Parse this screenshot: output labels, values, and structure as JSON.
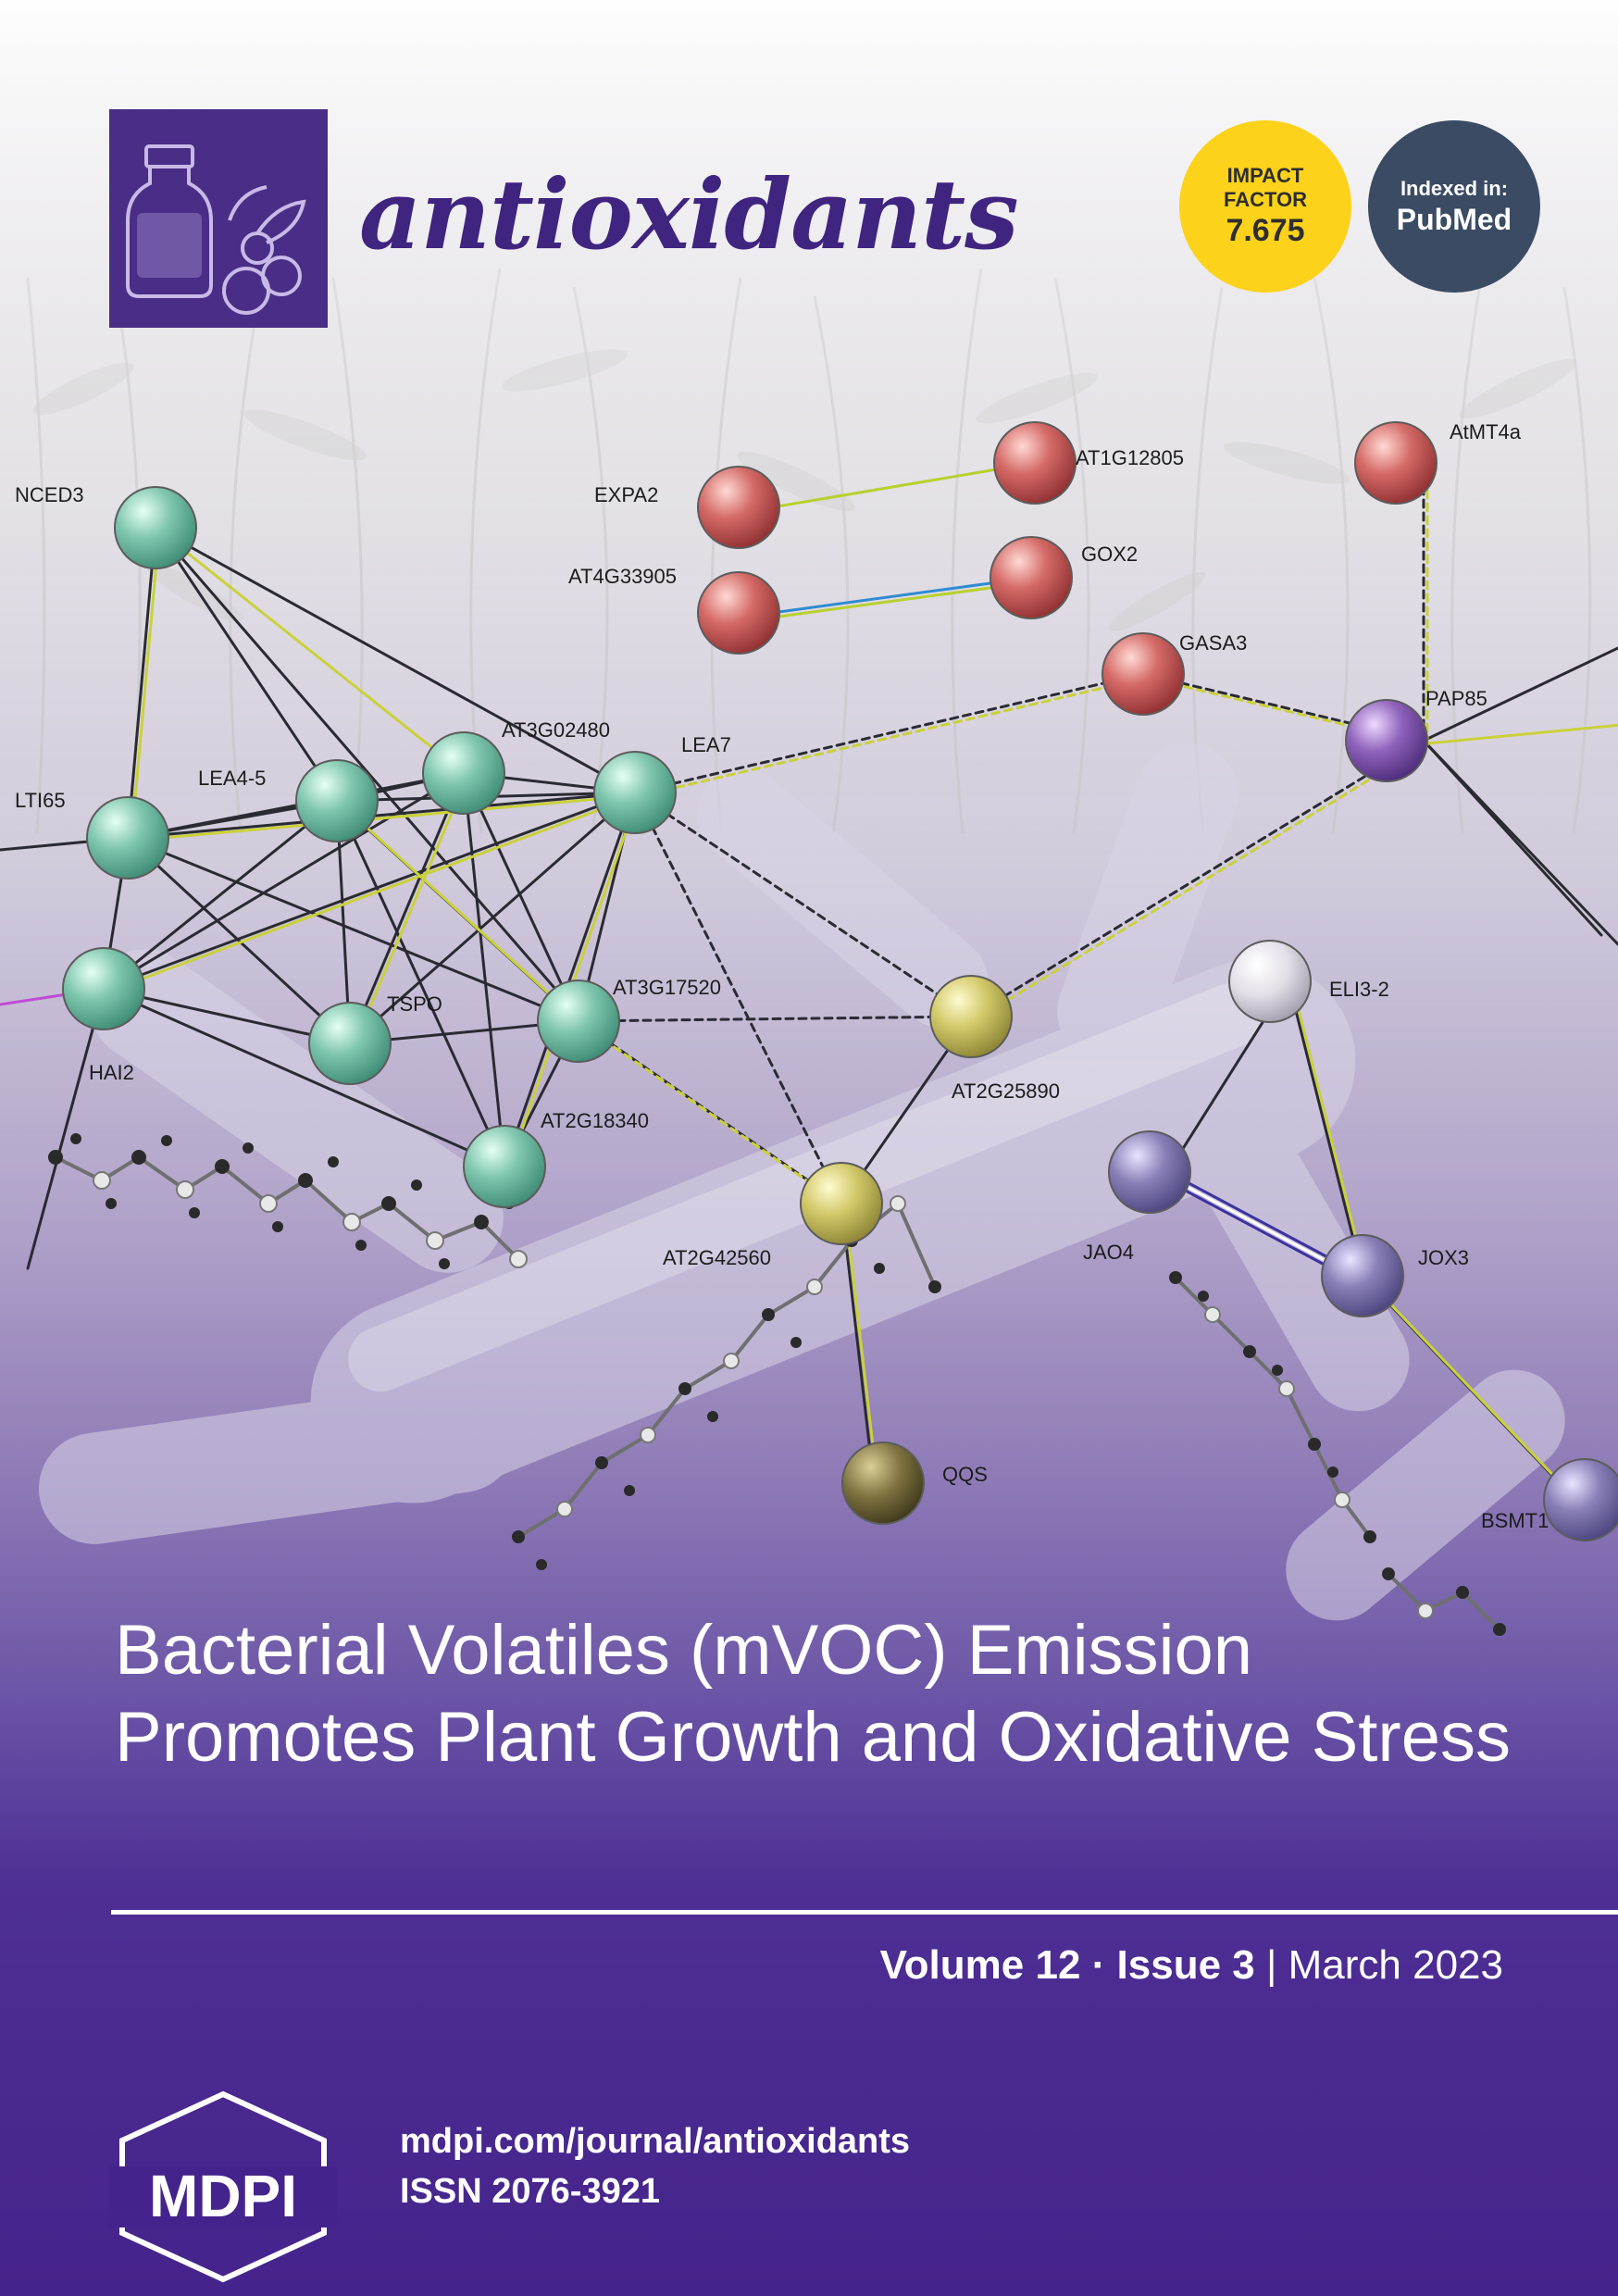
{
  "journal": {
    "name": "antioxidants"
  },
  "badges": {
    "impact_factor": {
      "line1": "IMPACT",
      "line2": "FACTOR",
      "value": "7.675"
    },
    "indexed": {
      "line1": "Indexed in:",
      "line2": "PubMed"
    }
  },
  "network": {
    "nodes": [
      {
        "id": "NCED3",
        "label": "NCED3"
      },
      {
        "id": "EXPA2",
        "label": "EXPA2"
      },
      {
        "id": "AT1G12805",
        "label": "AT1G12805"
      },
      {
        "id": "AtMT4a",
        "label": "AtMT4a"
      },
      {
        "id": "AT4G33905",
        "label": "AT4G33905"
      },
      {
        "id": "GOX2",
        "label": "GOX2"
      },
      {
        "id": "GASA3",
        "label": "GASA3"
      },
      {
        "id": "PAP85",
        "label": "PAP85"
      },
      {
        "id": "AT3G02480",
        "label": "AT3G02480"
      },
      {
        "id": "LEA7",
        "label": "LEA7"
      },
      {
        "id": "LEA4-5",
        "label": "LEA4-5"
      },
      {
        "id": "LTI65",
        "label": "LTI65"
      },
      {
        "id": "TSPO",
        "label": "TSPO"
      },
      {
        "id": "AT3G17520",
        "label": "AT3G17520"
      },
      {
        "id": "HAI2",
        "label": "HAI2"
      },
      {
        "id": "AT2G18340",
        "label": "AT2G18340"
      },
      {
        "id": "AT2G25890",
        "label": "AT2G25890"
      },
      {
        "id": "ELI3-2",
        "label": "ELI3-2"
      },
      {
        "id": "AT2G42560",
        "label": "AT2G42560"
      },
      {
        "id": "JAO4",
        "label": "JAO4"
      },
      {
        "id": "JOX3",
        "label": "JOX3"
      },
      {
        "id": "QQS",
        "label": "QQS"
      },
      {
        "id": "BSMT1",
        "label": "BSMT1"
      }
    ],
    "colors": {
      "teal": "#7fc6ae",
      "red": "#c9585a",
      "yellow": "#c8c05e",
      "purple": "#7a52a6",
      "violet": "#7870a8",
      "white": "#e6e3ea",
      "olive": "#6b6238"
    }
  },
  "headline": "Bacterial Volatiles (mVOC) Emission Promotes Plant Growth and Oxidative Stress",
  "issue": {
    "volume": "Volume 12",
    "sep": " · ",
    "issue": "Issue 3",
    "divider": " | ",
    "date": "March 2023"
  },
  "publisher": {
    "name": "MDPI"
  },
  "footer": {
    "url": "mdpi.com/journal/antioxidants",
    "issn": "ISSN 2076-3921"
  },
  "colors": {
    "brand": "#4a2d86",
    "impact_badge": "#fcd21b",
    "pubmed_badge": "#3a4b63",
    "deep_purple": "#45238c"
  }
}
